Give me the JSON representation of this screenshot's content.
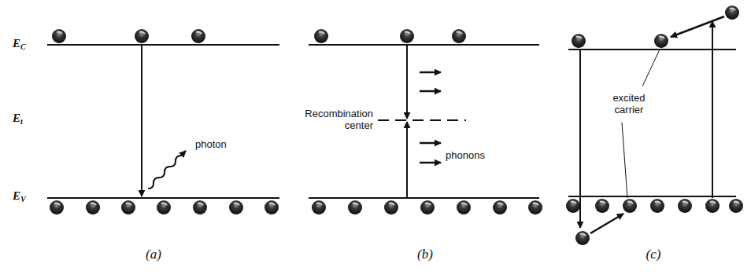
{
  "diagram": {
    "labels": [
      "EC",
      "Et",
      "EV",
      "photon",
      "Recombination center",
      "phonons",
      "excited carrier",
      "(a)",
      "(b)",
      "(c)"
    ]
  }
}
